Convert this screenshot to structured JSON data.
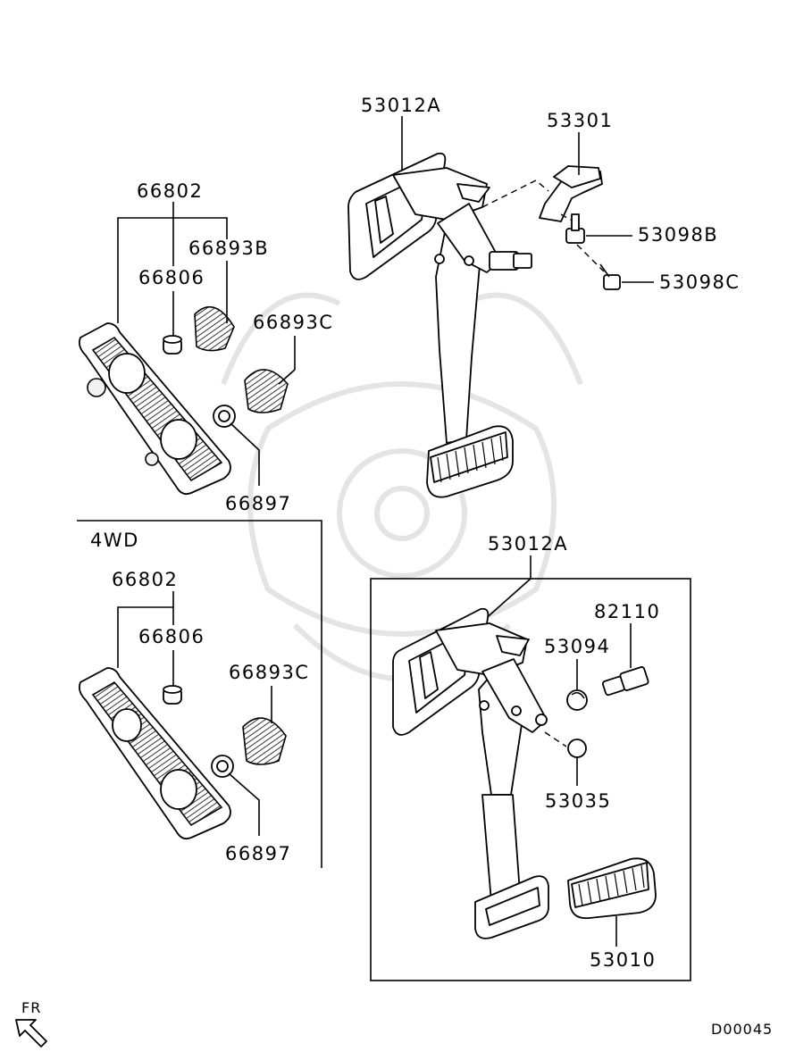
{
  "labels": {
    "top_bracket": "53012A",
    "switch_bracket": "53301",
    "bolt_b": "53098B",
    "bolt_c": "53098C",
    "accel_assy": "66802",
    "bushing": "66806",
    "stopper_b": "66893B",
    "stopper_c": "66893C",
    "nut": "66897",
    "section_4wd": "4WD",
    "accel_assy_4wd": "66802",
    "bushing_4wd": "66806",
    "stopper_c_4wd": "66893C",
    "nut_4wd": "66897",
    "mt_bracket": "53012A",
    "switch": "82110",
    "clip": "53094",
    "cushion": "53035",
    "pad": "53010"
  },
  "footer": {
    "front_indicator": "FR",
    "diagram_code": "D00045"
  },
  "icons": {
    "front_arrow": "arrow-front-icon"
  }
}
